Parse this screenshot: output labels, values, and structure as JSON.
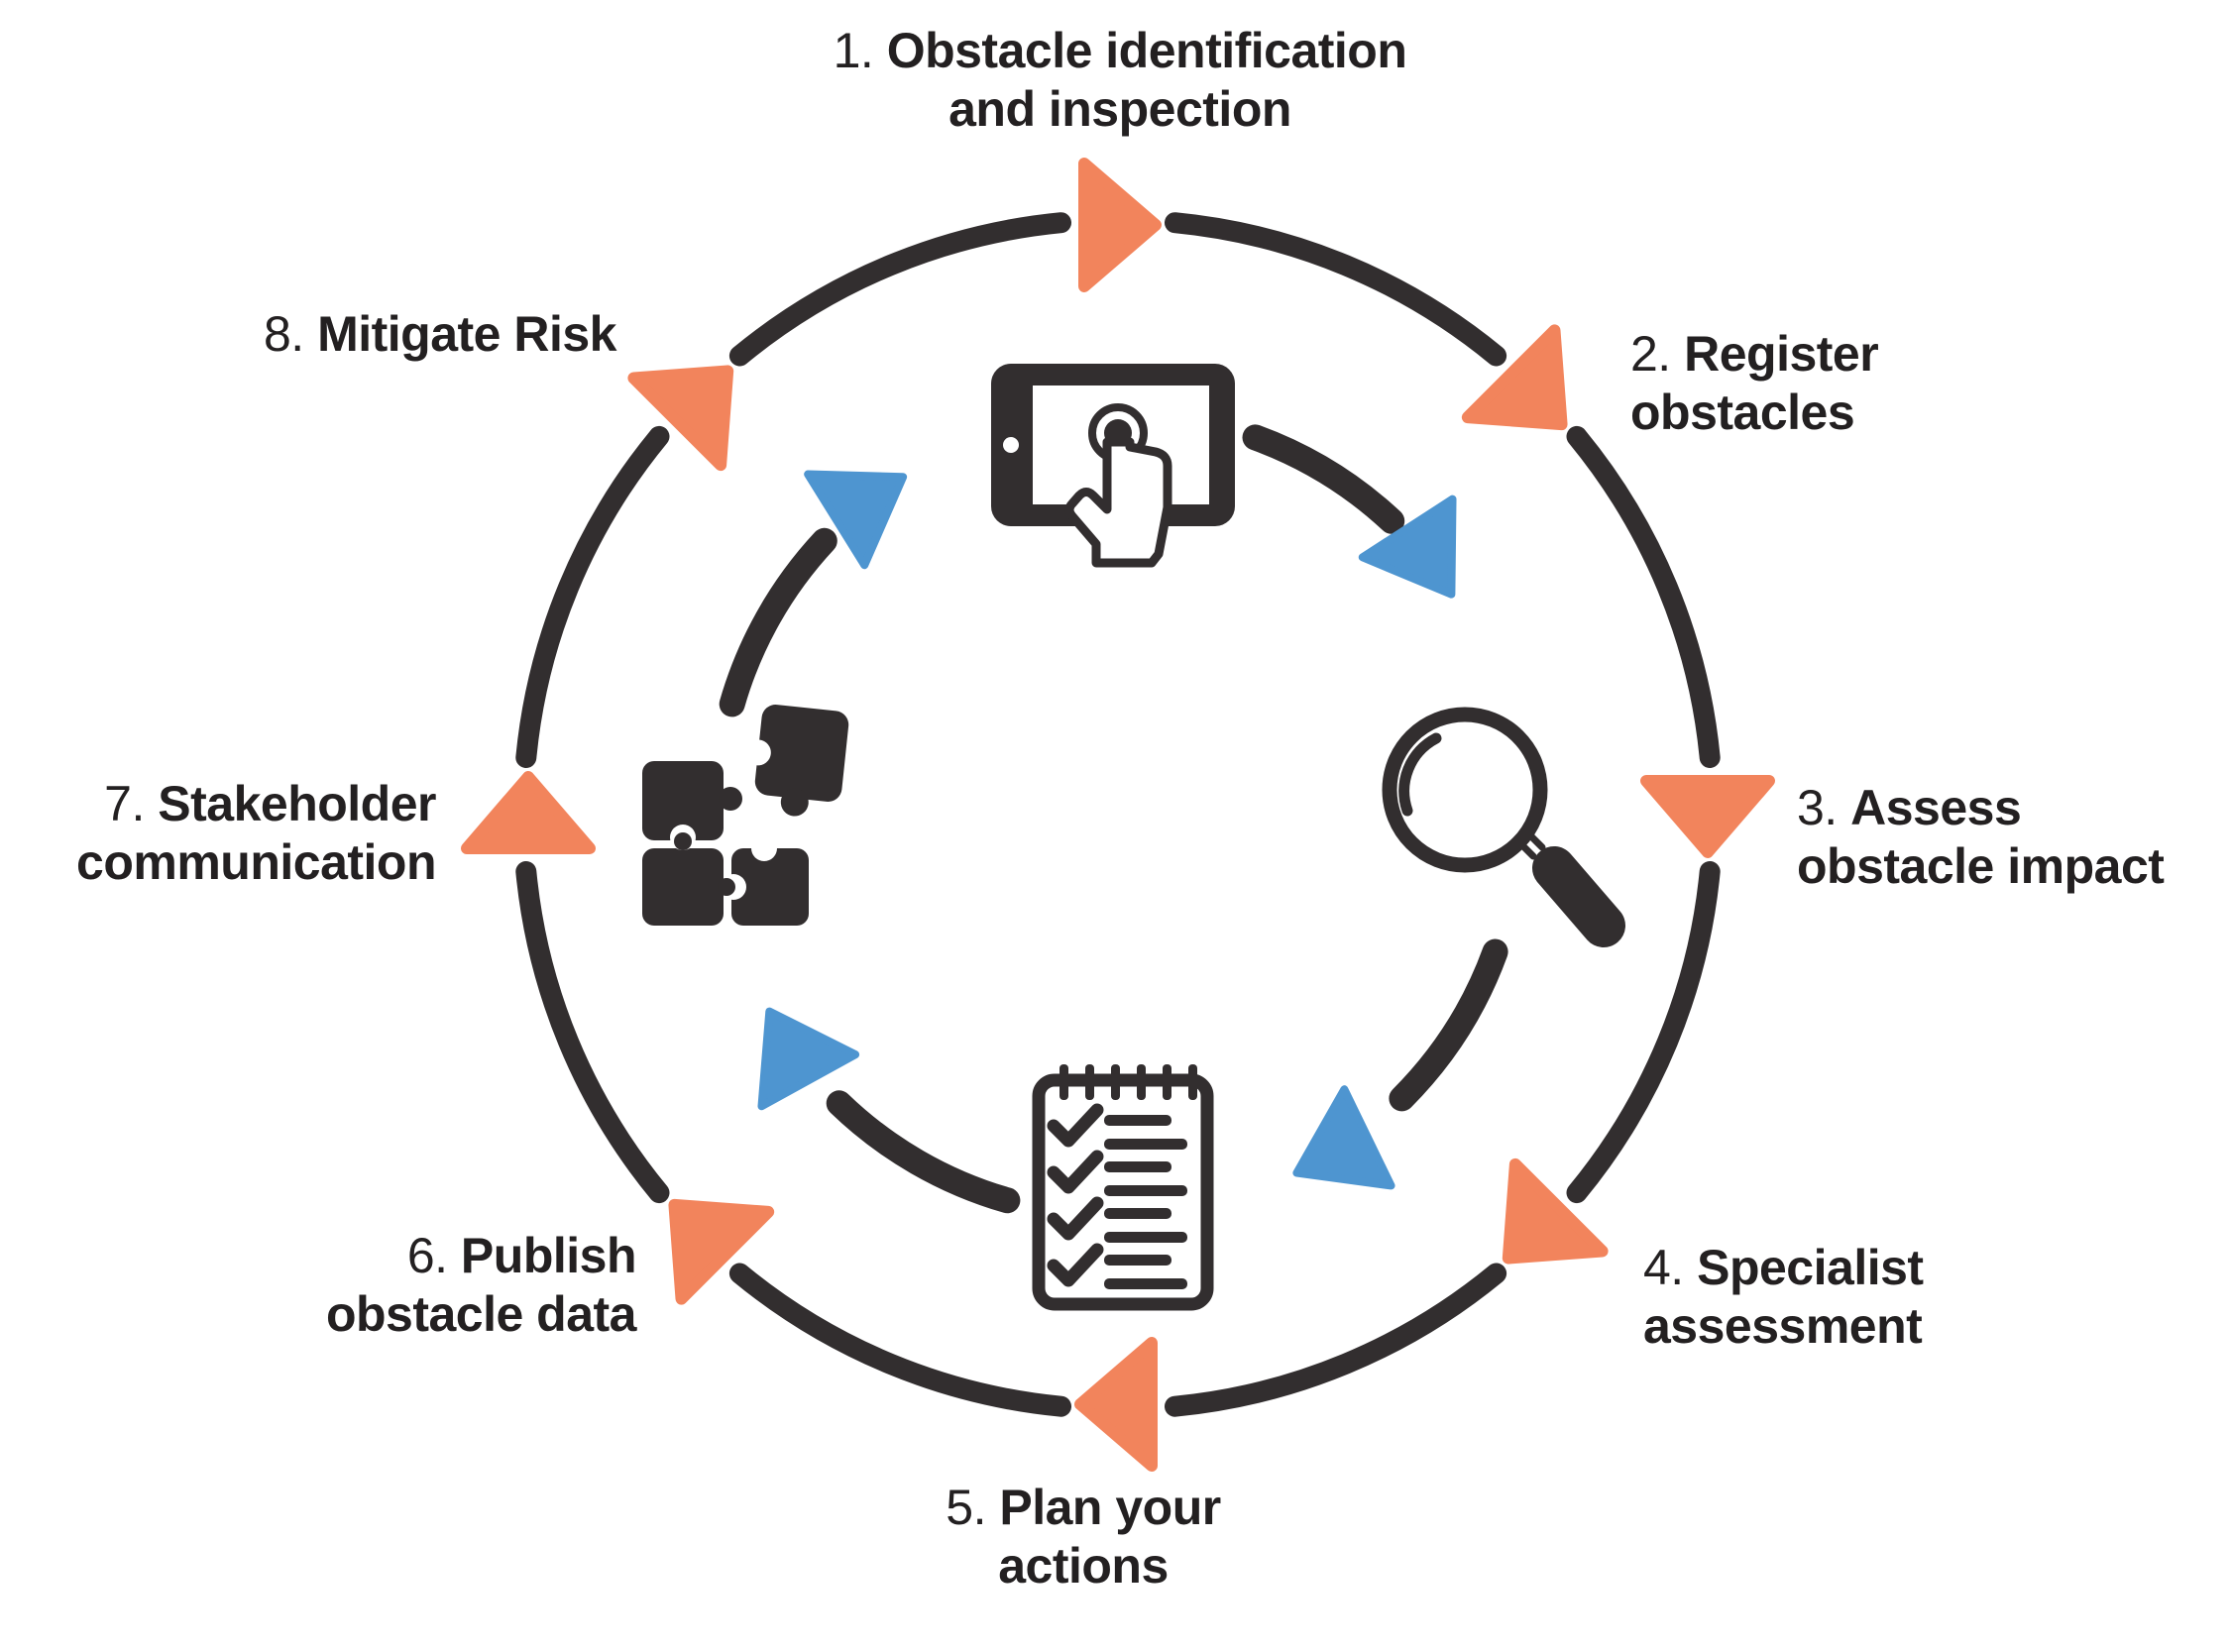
{
  "colors": {
    "dark": "#322E2F",
    "orange": "#F2845C",
    "blue": "#4E95D0",
    "text": "#232021",
    "background": "#FFFFFF"
  },
  "steps": [
    {
      "number": "1.",
      "line1": "Obstacle identification",
      "line2": "and inspection"
    },
    {
      "number": "2.",
      "line1": "Register",
      "line2": "obstacles"
    },
    {
      "number": "3.",
      "line1": "Assess",
      "line2": "obstacle  impact"
    },
    {
      "number": "4.",
      "line1": "Specialist",
      "line2": "assessment"
    },
    {
      "number": "5.",
      "line1": "Plan your",
      "line2": "actions"
    },
    {
      "number": "6.",
      "line1": "Publish",
      "line2": "obstacle data"
    },
    {
      "number": "7.",
      "line1": "Stakeholder",
      "line2": "communication"
    },
    {
      "number": "8.",
      "line1": "Mitigate Risk",
      "line2": ""
    }
  ],
  "icons": [
    "touch-tablet-icon",
    "magnifying-glass-icon",
    "checklist-icon",
    "puzzle-icon"
  ]
}
